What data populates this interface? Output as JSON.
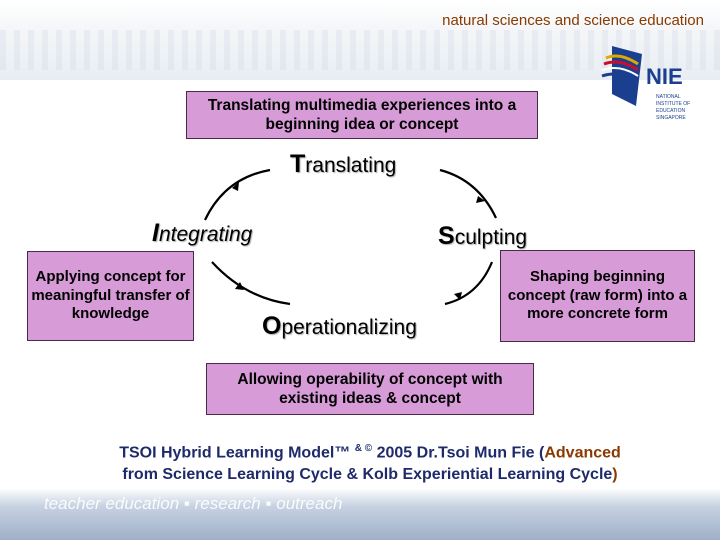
{
  "header": {
    "caption": "natural sciences and science education"
  },
  "logo": {
    "text": "NIE",
    "subtext": "NATIONAL INSTITUTE OF EDUCATION SINGAPORE",
    "colors": {
      "blue": "#1b3f8f",
      "gold": "#e0a800",
      "red": "#c8102e"
    }
  },
  "boxes": {
    "translating": "Translating multimedia experiences into a beginning idea or concept",
    "applying": "Applying concept for meaningful transfer of knowledge",
    "shaping": "Shaping beginning concept (raw form) into a more concrete form",
    "operating": "Allowing operability of concept with existing ideas & concept"
  },
  "stages": {
    "translating": {
      "initial": "T",
      "rest": "ranslating"
    },
    "integrating": {
      "initial": "I",
      "rest": "ntegrating"
    },
    "sculpting": {
      "initial": "S",
      "rest": "culpting"
    },
    "operationalizing": {
      "initial": "O",
      "rest": "perationalizing"
    }
  },
  "credit": {
    "line1_a": "TSOI Hybrid Learning Model™",
    "line1_sup": "& ©",
    "line1_b": "2005 Dr.Tsoi Mun Fie (",
    "line1_c": "Advanced",
    "line2_a": "from Science Learning Cycle & Kolb Experiential Learning Cycle",
    "line2_b": ")"
  },
  "footer": {
    "text": "teacher education ▪ research ▪ outreach"
  },
  "colors": {
    "box_fill": "#d79bd7",
    "credit_text": "#1f2a6b",
    "caption_text": "#8a3a00"
  }
}
